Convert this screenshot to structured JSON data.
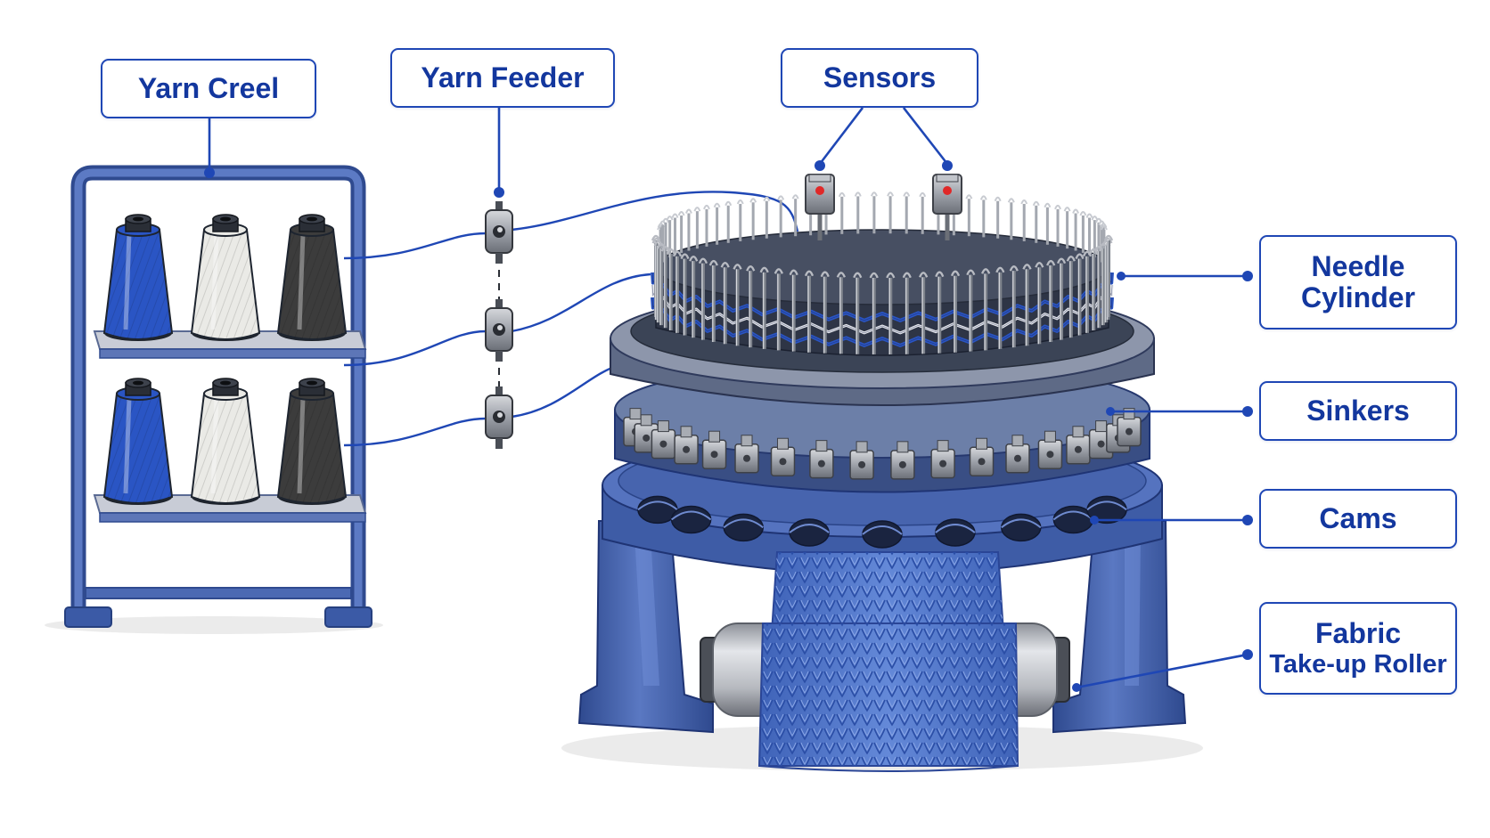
{
  "labels": {
    "yarn_creel": "Yarn Creel",
    "yarn_feeder": "Yarn Feeder",
    "sensors": "Sensors",
    "needle_cylinder": [
      "Needle",
      "Cylinder"
    ],
    "sinkers": "Sinkers",
    "cams": "Cams",
    "fabric_roller": [
      "Fabric",
      "Take-up Roller"
    ]
  },
  "cone_colors": [
    "#2a55c4",
    "#eaeae6",
    "#3c3c3c"
  ],
  "colors": {
    "accent": "#1f47b5",
    "machine_blue": "#4a68b3",
    "machine_dark": "#2f4a8f",
    "steel": "#9a9ea6",
    "sensor_red": "#e02828",
    "fabric": "#4c72c9"
  }
}
